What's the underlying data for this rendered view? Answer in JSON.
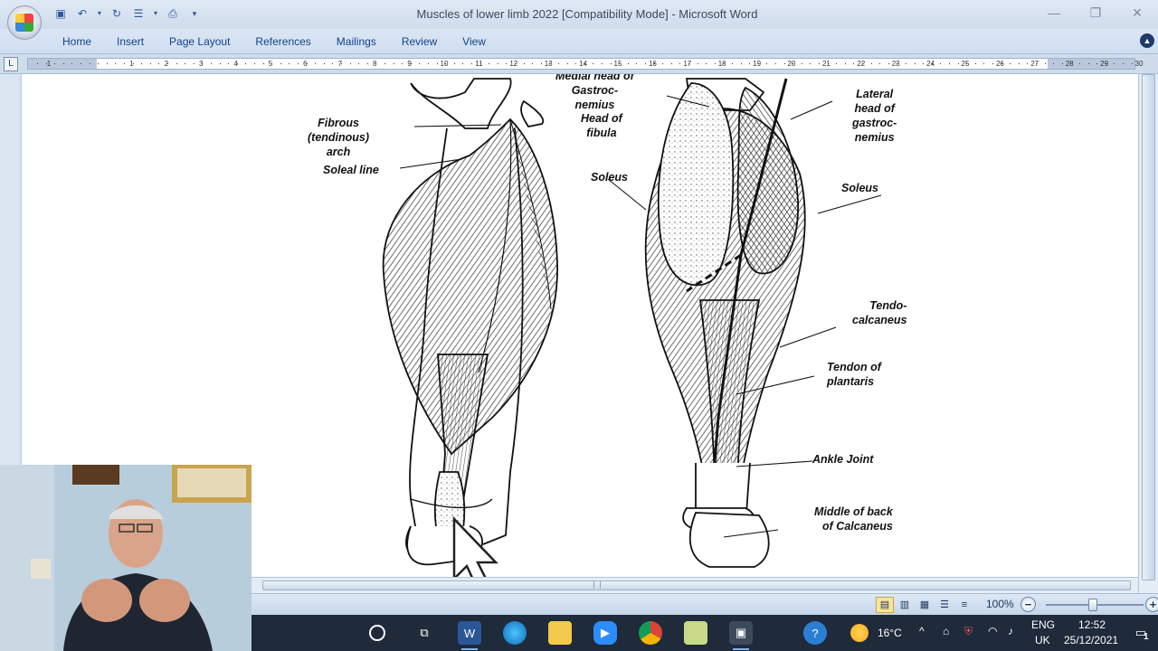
{
  "window": {
    "title": "Muscles of lower limb 2022 [Compatibility Mode] - Microsoft Word",
    "minimize_icon": "minimize-icon",
    "restore_icon": "restore-icon",
    "close_icon": "close-icon"
  },
  "qat": [
    "save-icon",
    "undo-icon",
    "redo-icon",
    "bullets-icon",
    "print-preview-icon",
    "customize-qat-icon"
  ],
  "ribbon": {
    "tabs": [
      "Home",
      "Insert",
      "Page Layout",
      "References",
      "Mailings",
      "Review",
      "View"
    ]
  },
  "ruler": {
    "numbers": [
      "1",
      "1",
      "2",
      "3",
      "4",
      "5",
      "6",
      "7",
      "8",
      "9",
      "10",
      "11",
      "12",
      "13",
      "14",
      "15",
      "16",
      "17",
      "18",
      "19",
      "20",
      "21",
      "22",
      "23",
      "24",
      "25",
      "26",
      "27",
      "28",
      "29",
      "30"
    ]
  },
  "figure_labels": {
    "medial_head": "Medial head of\nGastroc-\nnemius",
    "fibrous_arch": "Fibrous\n(tendinous)\narch",
    "head_of_fibula": "Head of\nfibula",
    "soleal_line": "Soleal line",
    "soleus_left": "Soleus",
    "lateral_head": "Lateral\nhead of\ngastroc-\nnemius",
    "soleus_right": "Soleus",
    "tendo_calcaneus": "Tendo-\ncalcaneus",
    "tendon_plantaris": "Tendon of\nplantaris",
    "ankle_joint": "Ankle Joint",
    "middle_calcaneus": "Middle of back\nof Calcaneus"
  },
  "status": {
    "zoom": "100%",
    "zoom_out": "−",
    "zoom_in": "+"
  },
  "taskbar": {
    "weather": "16°C",
    "lang_top": "ENG",
    "lang_bottom": "UK",
    "time": "12:52",
    "date": "25/12/2021",
    "notif_count": "1"
  },
  "colors": {
    "ribbon_bg": "#cfdef0",
    "taskbar_bg": "#1f2a3b",
    "accent": "#15428b"
  }
}
